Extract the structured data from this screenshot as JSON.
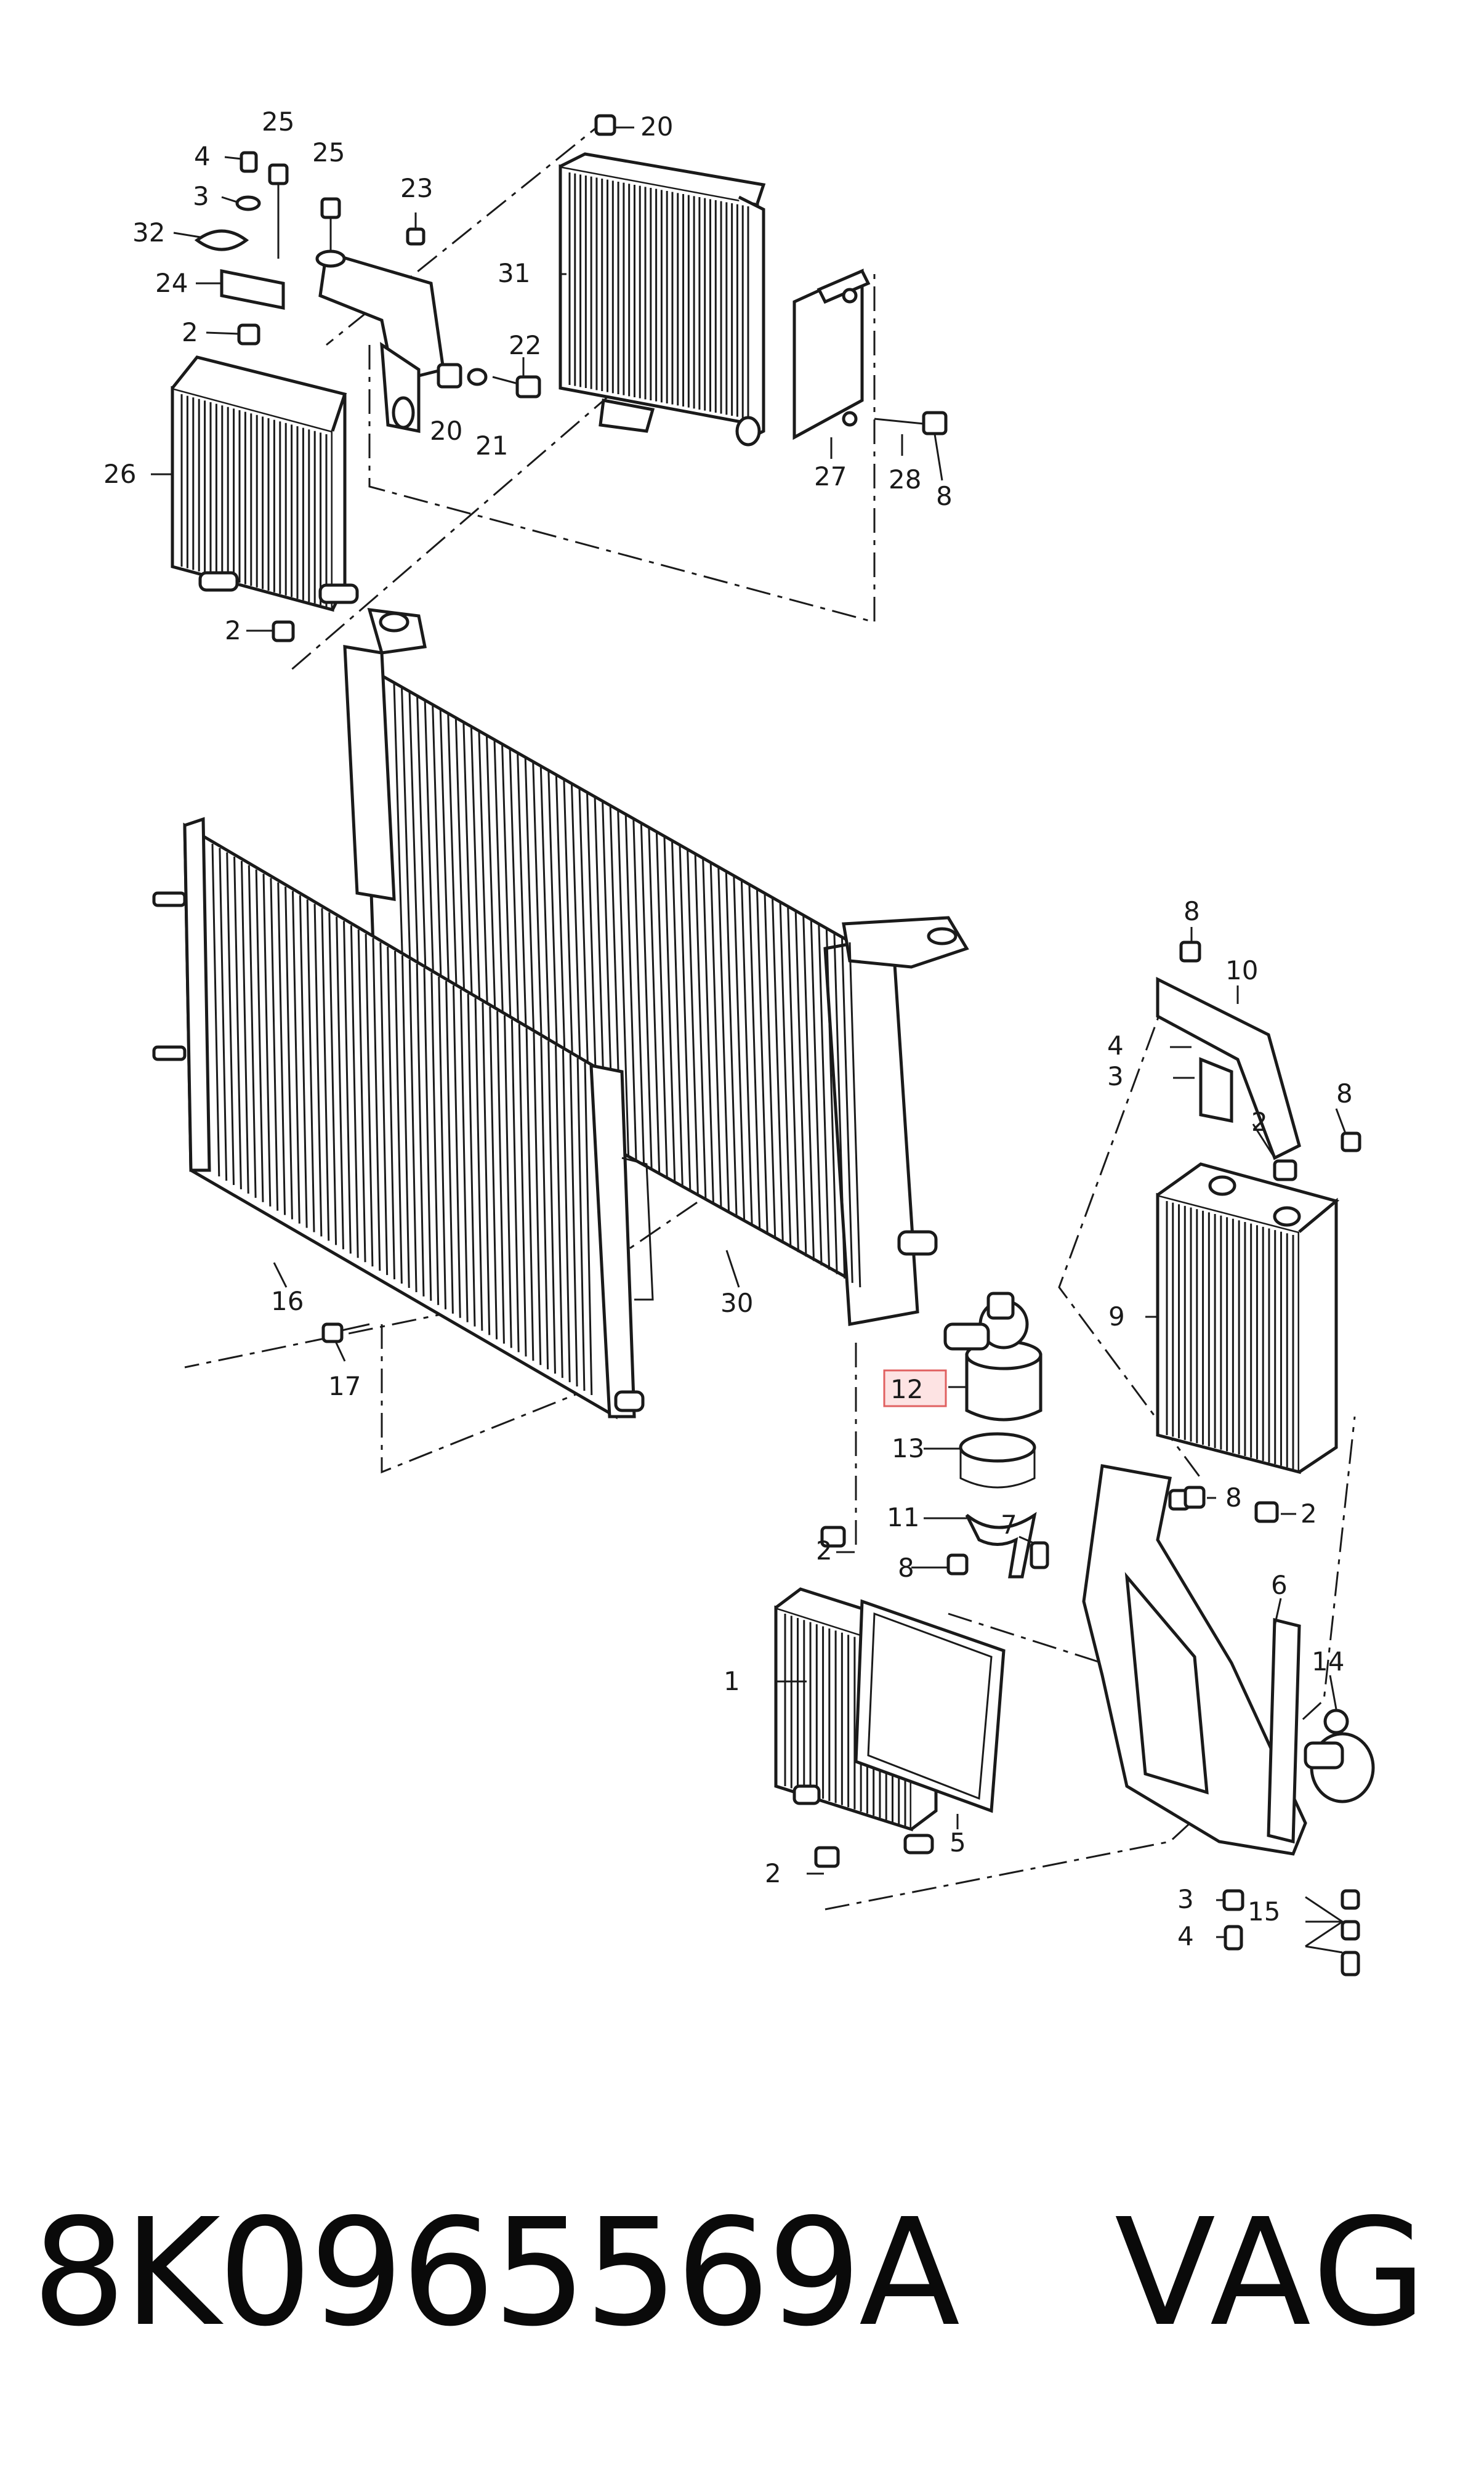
{
  "diagram": {
    "callouts": [
      {
        "id": "c1",
        "label": "1"
      },
      {
        "id": "c2a",
        "label": "2"
      },
      {
        "id": "c2b",
        "label": "2"
      },
      {
        "id": "c2c",
        "label": "2"
      },
      {
        "id": "c2d",
        "label": "2"
      },
      {
        "id": "c2e",
        "label": "2"
      },
      {
        "id": "c2f",
        "label": "2"
      },
      {
        "id": "c3a",
        "label": "3"
      },
      {
        "id": "c3b",
        "label": "3"
      },
      {
        "id": "c3c",
        "label": "3"
      },
      {
        "id": "c4a",
        "label": "4"
      },
      {
        "id": "c4b",
        "label": "4"
      },
      {
        "id": "c4c",
        "label": "4"
      },
      {
        "id": "c5",
        "label": "5"
      },
      {
        "id": "c6",
        "label": "6"
      },
      {
        "id": "c7",
        "label": "7"
      },
      {
        "id": "c8a",
        "label": "8"
      },
      {
        "id": "c8b",
        "label": "8"
      },
      {
        "id": "c8c",
        "label": "8"
      },
      {
        "id": "c8d",
        "label": "8"
      },
      {
        "id": "c8e",
        "label": "8"
      },
      {
        "id": "c9",
        "label": "9"
      },
      {
        "id": "c10",
        "label": "10"
      },
      {
        "id": "c11",
        "label": "11"
      },
      {
        "id": "c12",
        "label": "12"
      },
      {
        "id": "c13",
        "label": "13"
      },
      {
        "id": "c14",
        "label": "14"
      },
      {
        "id": "c15",
        "label": "15"
      },
      {
        "id": "c16",
        "label": "16"
      },
      {
        "id": "c17",
        "label": "17"
      },
      {
        "id": "c20a",
        "label": "20"
      },
      {
        "id": "c20b",
        "label": "20"
      },
      {
        "id": "c21",
        "label": "21"
      },
      {
        "id": "c22",
        "label": "22"
      },
      {
        "id": "c23",
        "label": "23"
      },
      {
        "id": "c24",
        "label": "24"
      },
      {
        "id": "c25a",
        "label": "25"
      },
      {
        "id": "c25b",
        "label": "25"
      },
      {
        "id": "c26",
        "label": "26"
      },
      {
        "id": "c27",
        "label": "27"
      },
      {
        "id": "c28",
        "label": "28"
      },
      {
        "id": "c30",
        "label": "30"
      },
      {
        "id": "c31",
        "label": "31"
      },
      {
        "id": "c32",
        "label": "32"
      }
    ],
    "highlighted_callout": "12",
    "highlight_color": "#e06060"
  },
  "caption": {
    "part_number": "8K0965569A",
    "brand": "VAG"
  }
}
